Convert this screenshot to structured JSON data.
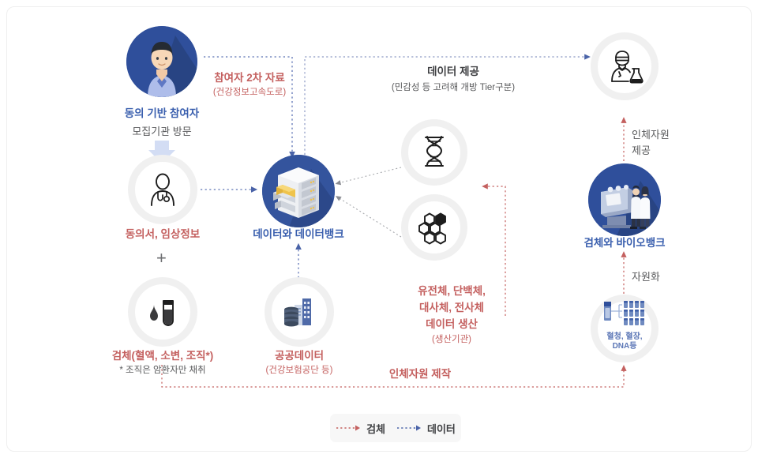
{
  "diagram": {
    "title": "Korean Bio Big Data / Biobank data flow diagram",
    "colors": {
      "specimen_flow": "#c4605f",
      "data_flow": "#4a63a8",
      "node_blue": "#2f4f9b",
      "label_blue": "#3a5fae",
      "label_red": "#c4605f",
      "label_gray": "#58595b",
      "ring_gray": "#f0f0f0"
    },
    "nodes": {
      "participant": {
        "icon": "person-avatar-icon",
        "label": "동의 기반 참여자",
        "sub": "모집기관 방문"
      },
      "consent": {
        "icon": "doctor-stethoscope-icon",
        "label": "동의서, 임상정보"
      },
      "plus": "+",
      "specimen": {
        "icon": "blood-test-tube-icon",
        "label": "검체(혈액, 소변, 조직*)",
        "note": "* 조직은 암환자만 채취"
      },
      "public_data": {
        "icon": "database-building-icon",
        "label": "공공데이터",
        "sub": "(건강보험공단 등)"
      },
      "databank": {
        "icon": "data-server-cabinet-icon",
        "label": "데이터와 데이터뱅크"
      },
      "dna": {
        "icon": "dna-helix-icon",
        "label": ""
      },
      "molecule": {
        "icon": "molecule-hexagon-icon",
        "label": ""
      },
      "researcher": {
        "icon": "researcher-flask-icon",
        "label": ""
      },
      "biobank": {
        "icon": "laboratory-scientists-icon",
        "label": "검체와 바이오뱅크"
      },
      "resources": {
        "icon": "vials-rack-icon",
        "label": "혈청, 혈장,",
        "label2": "DNA등"
      }
    },
    "edges": {
      "secondary_data": {
        "label": "참여자 2차 자료",
        "sub": "(건강정보고속도로)"
      },
      "data_provide": {
        "label": "데이터 제공",
        "sub": "(민감성 등 고려해 개방 Tier구분)"
      },
      "omics_production": {
        "line1": "유전체, 단백체,",
        "line2": "대사체, 전사체",
        "line3": "데이터 생산",
        "sub": "(생산기관)"
      },
      "human_resource_provide": {
        "line1": "인체자원",
        "line2": "제공"
      },
      "resourcing": {
        "label": "자원화"
      },
      "human_resource_make": {
        "label": "인체자원 제작"
      }
    },
    "legend": {
      "items": [
        {
          "label": "검체",
          "color": "#c4605f"
        },
        {
          "label": "데이터",
          "color": "#4a63a8"
        }
      ]
    }
  }
}
